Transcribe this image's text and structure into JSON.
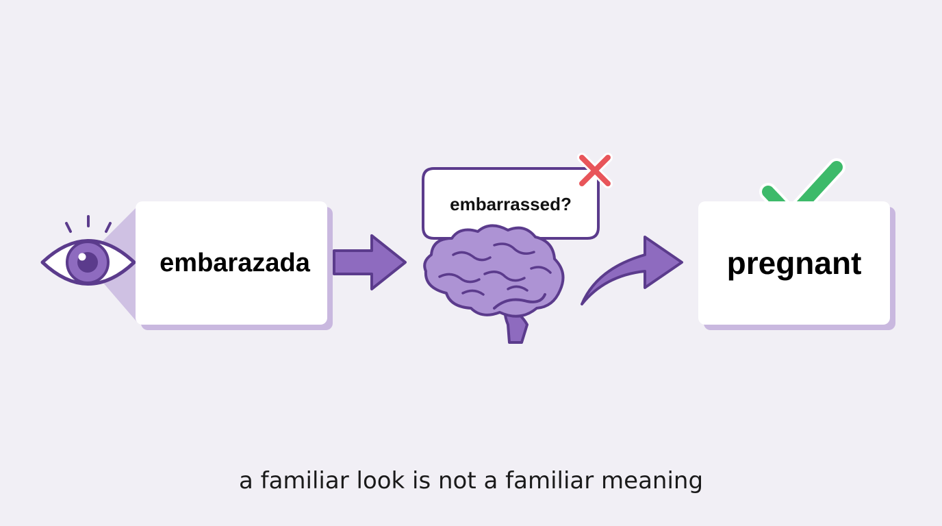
{
  "source_word": "embarazada",
  "wrong_guess": "embarrassed?",
  "correct_meaning": "pregnant",
  "caption": "a familiar look is not a familiar meaning",
  "icons": {
    "eye": "eye-icon",
    "brain": "brain-icon",
    "wrong": "cross-icon",
    "right": "checkmark-icon"
  },
  "colors": {
    "background": "#f1eff5",
    "purple": "#8e6bbf",
    "dark_purple": "#5b3b8c",
    "light_purple": "#c9b8df",
    "red": "#e8555a",
    "green": "#3dba6a"
  }
}
